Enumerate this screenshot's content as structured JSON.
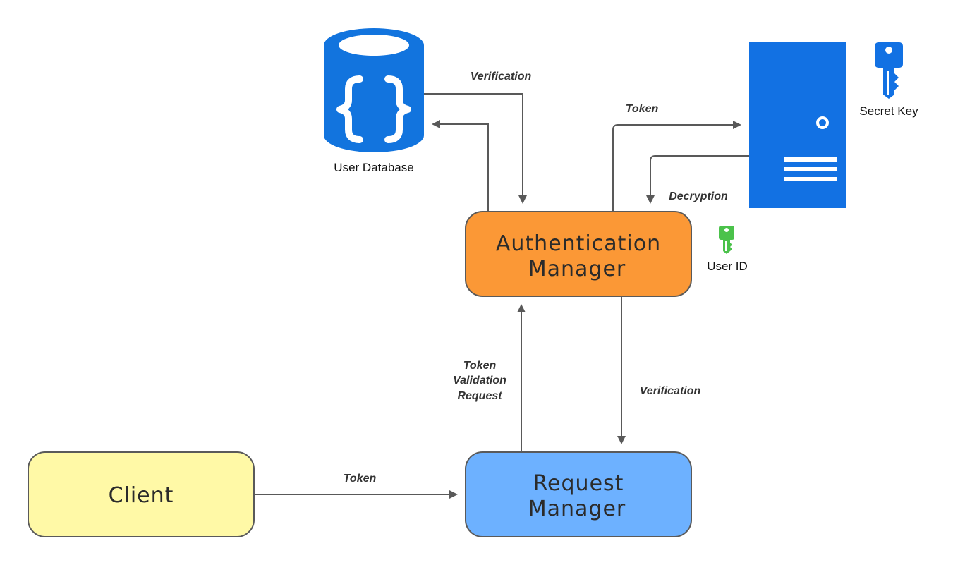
{
  "colors": {
    "auth_manager_fill": "#FB9836",
    "request_manager_fill": "#6DB1FF",
    "client_fill": "#FFF9A6",
    "node_border": "#5A5A5A",
    "database_blue": "#1274DE",
    "server_blue": "#1271E3",
    "secret_key_blue": "#1271E3",
    "user_id_key_green": "#4BC24B",
    "edge": "#595959"
  },
  "nodes": {
    "auth_manager": {
      "line1": "Authentication",
      "line2": "Manager"
    },
    "request_manager": {
      "line1": "Request",
      "line2": "Manager"
    },
    "client": {
      "label": "Client"
    }
  },
  "icons": {
    "database": {
      "name": "database-icon",
      "caption": "User Database"
    },
    "server": {
      "name": "server-icon"
    },
    "secret_key": {
      "name": "key-icon",
      "caption": "Secret Key"
    },
    "user_id_key": {
      "name": "key-icon",
      "caption": "User ID"
    }
  },
  "edges": {
    "client_to_request": "Token",
    "request_to_auth": {
      "line1": "Token",
      "line2": "Validation",
      "line3": "Request"
    },
    "auth_to_request": "Verification",
    "db_to_auth": "Verification",
    "auth_to_server": "Token",
    "server_to_auth": "Decryption"
  }
}
